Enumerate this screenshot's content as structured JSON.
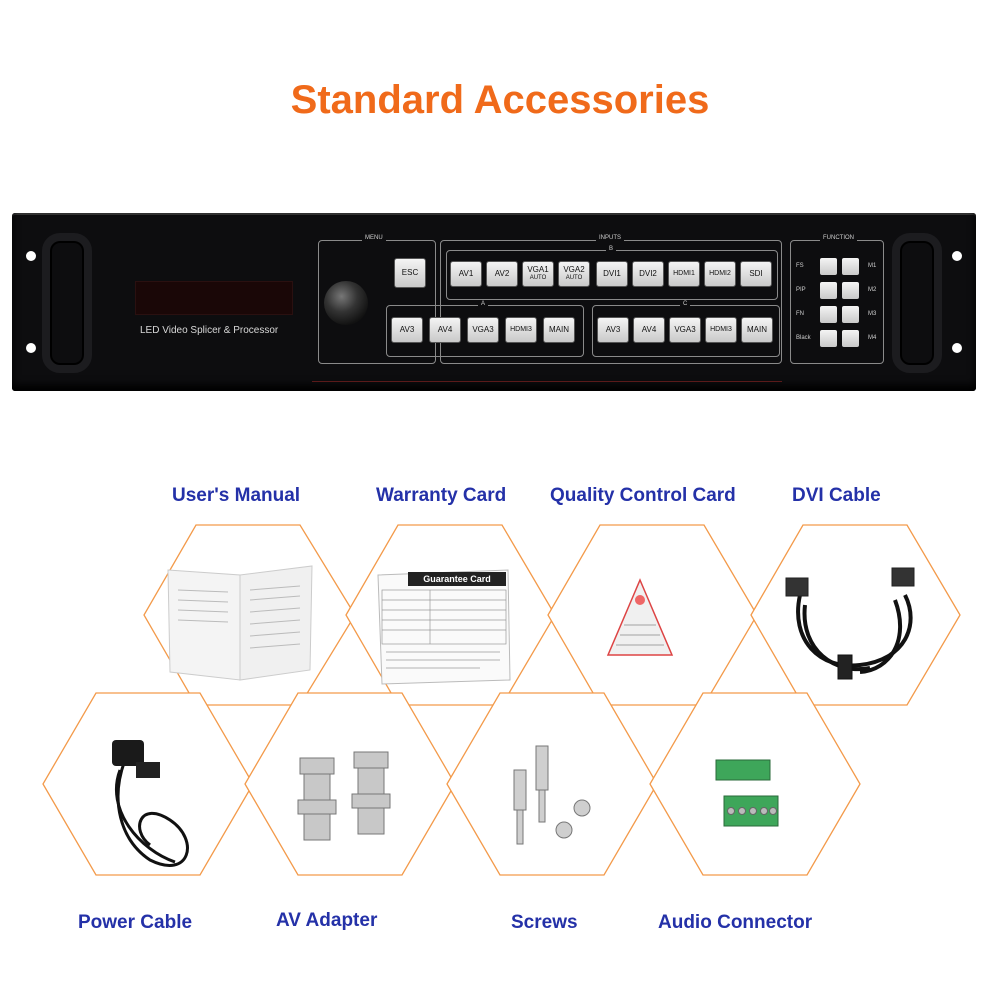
{
  "header": {
    "title": "Standard Accessories"
  },
  "device": {
    "model_text": "LED Video Splicer & Processor",
    "groups": {
      "menu": "MENU",
      "inputs": "INPUTS",
      "b": "B",
      "a": "A",
      "c": "C",
      "function": "FUNCTION"
    },
    "menu_key": "ESC",
    "keys_b": [
      "AV1",
      "AV2",
      "VGA1",
      "VGA2",
      "DVI1",
      "DVI2",
      "HDMI1",
      "HDMI2",
      "SDI"
    ],
    "auto_sub": "AUTO",
    "keys_a": [
      "AV3",
      "AV4",
      "VGA3",
      "HDMI3",
      "MAIN"
    ],
    "keys_c": [
      "AV3",
      "AV4",
      "VGA3",
      "HDMI3",
      "MAIN"
    ],
    "function_left": [
      "FS",
      "PIP",
      "FN",
      "Black"
    ],
    "function_right": [
      "M1",
      "M2",
      "M3",
      "M4"
    ]
  },
  "accessories": {
    "users_manual": "User's Manual",
    "warranty_card": "Warranty Card",
    "quality_control_card": "Quality Control Card",
    "dvi_cable": "DVI  Cable",
    "power_cable": "Power Cable",
    "av_adapter": "AV Adapter",
    "screws": "Screws",
    "audio_connector": "Audio Connector"
  },
  "guarantee_card_title": "Guarantee Card",
  "colors": {
    "title": "#f06a1a",
    "labels": "#2431a8",
    "hex_border": "#f39a4a"
  }
}
